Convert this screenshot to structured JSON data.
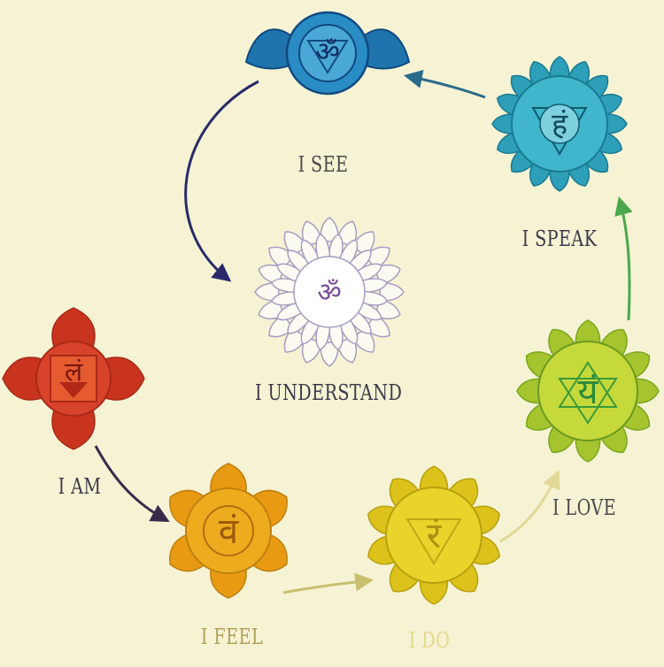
{
  "chakras": [
    {
      "id": "root",
      "label": "I AM",
      "syllable": "लं",
      "color": "#d9432b",
      "petal_color": "#c9341f",
      "center_color": "#e65a30",
      "text_color": "#3a3a4a"
    },
    {
      "id": "sacral",
      "label": "I FEEL",
      "syllable": "वं",
      "color": "#eeab1e",
      "petal_color": "#e89a12",
      "center_color": "#f6c43a",
      "text_color": "#b0a058"
    },
    {
      "id": "solar-plexus",
      "label": "I DO",
      "syllable": "रं",
      "color": "#e8d42a",
      "petal_color": "#dcc21a",
      "center_color": "#f0e048",
      "text_color": "#e6d88a"
    },
    {
      "id": "heart",
      "label": "I LOVE",
      "syllable": "यं",
      "color": "#c6d93a",
      "petal_color": "#a6c42e",
      "center_color": "#d8e650",
      "text_color": "#4a4a4a"
    },
    {
      "id": "throat",
      "label": "I SPEAK",
      "syllable": "हं",
      "color": "#3fb6cc",
      "petal_color": "#2d9fb8",
      "center_color": "#7fd0de",
      "text_color": "#3a3a4a"
    },
    {
      "id": "third-eye",
      "label": "I SEE",
      "syllable": "ॐ",
      "color": "#2a8cc4",
      "petal_color": "#1f74ad",
      "center_color": "#4aa8d6",
      "text_color": "#4a4a4a"
    },
    {
      "id": "crown",
      "label": "I UNDERSTAND",
      "syllable": "ॐ",
      "color": "#9a8ab8",
      "petal_color": "#a79cc2",
      "center_color": "#ffffff",
      "text_color": "#3a3a4a"
    }
  ],
  "arrow_colors": {
    "root_to_sacral": "#3a2a4a",
    "sacral_to_solar": "#c8c070",
    "solar_to_heart": "#e8e0a0",
    "heart_to_throat": "#4aa84a",
    "throat_to_thirdeye": "#2a6a8a",
    "thirdeye_to_crown": "#2a2a6a"
  },
  "background": "#f6f3d4"
}
